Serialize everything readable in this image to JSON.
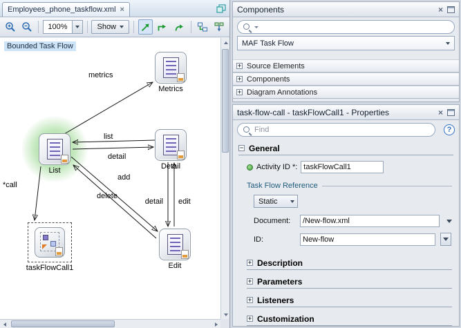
{
  "icons": {
    "close": "×",
    "plus": "+",
    "minus": "−",
    "help": "?"
  },
  "diagram": {
    "tab_title": "Employees_phone_taskflow.xml",
    "toolbar": {
      "zoom_value": "100%",
      "show_label": "Show"
    },
    "breadcrumb": "Bounded Task Flow",
    "nodes": {
      "metrics": "Metrics",
      "list": "List",
      "detail": "Detail",
      "edit": "Edit",
      "taskflowcall": "taskFlowCall1"
    },
    "edges": {
      "metrics": "metrics",
      "list": "list",
      "detail_forward": "detail",
      "add": "add",
      "delete": "delete",
      "detail_down": "detail",
      "edit": "edit",
      "call": "*call"
    }
  },
  "components": {
    "title": "Components",
    "palette_value": "MAF Task Flow",
    "sections": [
      "Source Elements",
      "Components",
      "Diagram Annotations"
    ]
  },
  "properties": {
    "title": "task-flow-call - taskFlowCall1 - Properties",
    "find_placeholder": "Find",
    "general": {
      "title": "General",
      "activity_id_label": "Activity ID *:",
      "activity_id_value": "taskFlowCall1",
      "group_title": "Task Flow Reference",
      "type_value": "Static",
      "document_label": "Document:",
      "document_value": "/New-flow.xml",
      "id_label": "ID:",
      "id_value": "New-flow"
    },
    "sections": [
      "Description",
      "Parameters",
      "Listeners",
      "Customization"
    ]
  }
}
